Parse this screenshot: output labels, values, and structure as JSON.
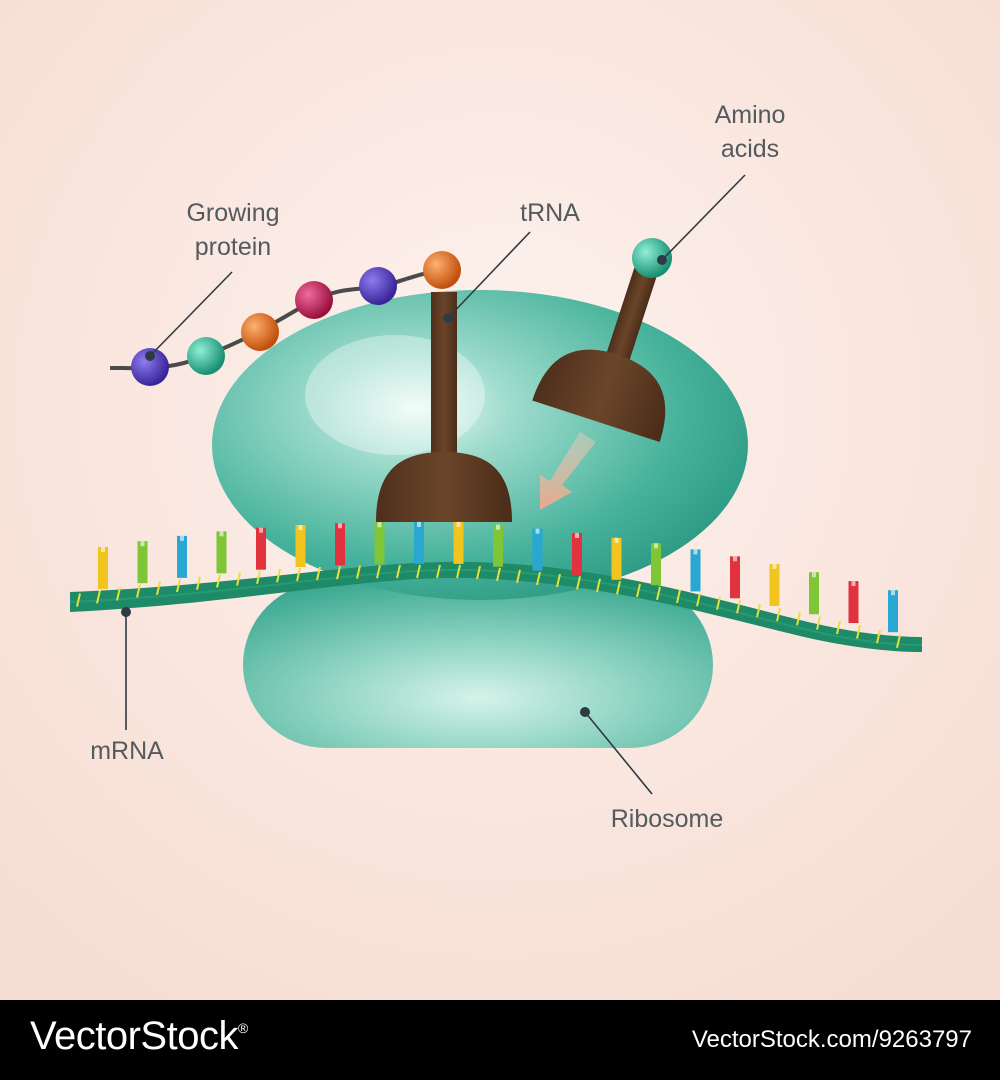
{
  "labels": {
    "amino_line1": "Amino",
    "amino_line2": "acids",
    "trna": "tRNA",
    "growing_line1": "Growing",
    "growing_line2": "protein",
    "mrna": "mRNA",
    "ribosome": "Ribosome"
  },
  "footer": {
    "brand": "VectorStock",
    "registered": "®",
    "ref": "VectorStock.com/9263797"
  },
  "colors": {
    "background": "#f7e1d8",
    "ribosome": "#3aab95",
    "trna": "#5c3a24",
    "mrna_strand": "#1f8a67",
    "mrna_ticks": "#e8e03a",
    "bead_purple": "#5a3fc4",
    "bead_teal": "#2fb89a",
    "bead_orange": "#e06b1e",
    "bead_crimson": "#c8195a",
    "base_yellow": "#f2c41e",
    "base_green": "#7ec636",
    "base_blue": "#27a7d1",
    "base_red": "#e0333f"
  },
  "protein_beads": [
    "purple",
    "teal",
    "orange",
    "crimson",
    "purple",
    "orange"
  ],
  "mrna_bases": [
    "yellow",
    "green",
    "blue",
    "green",
    "red",
    "yellow",
    "red",
    "green",
    "blue",
    "yellow",
    "green",
    "blue",
    "red",
    "yellow",
    "green",
    "blue",
    "red",
    "yellow",
    "green",
    "red",
    "blue"
  ]
}
